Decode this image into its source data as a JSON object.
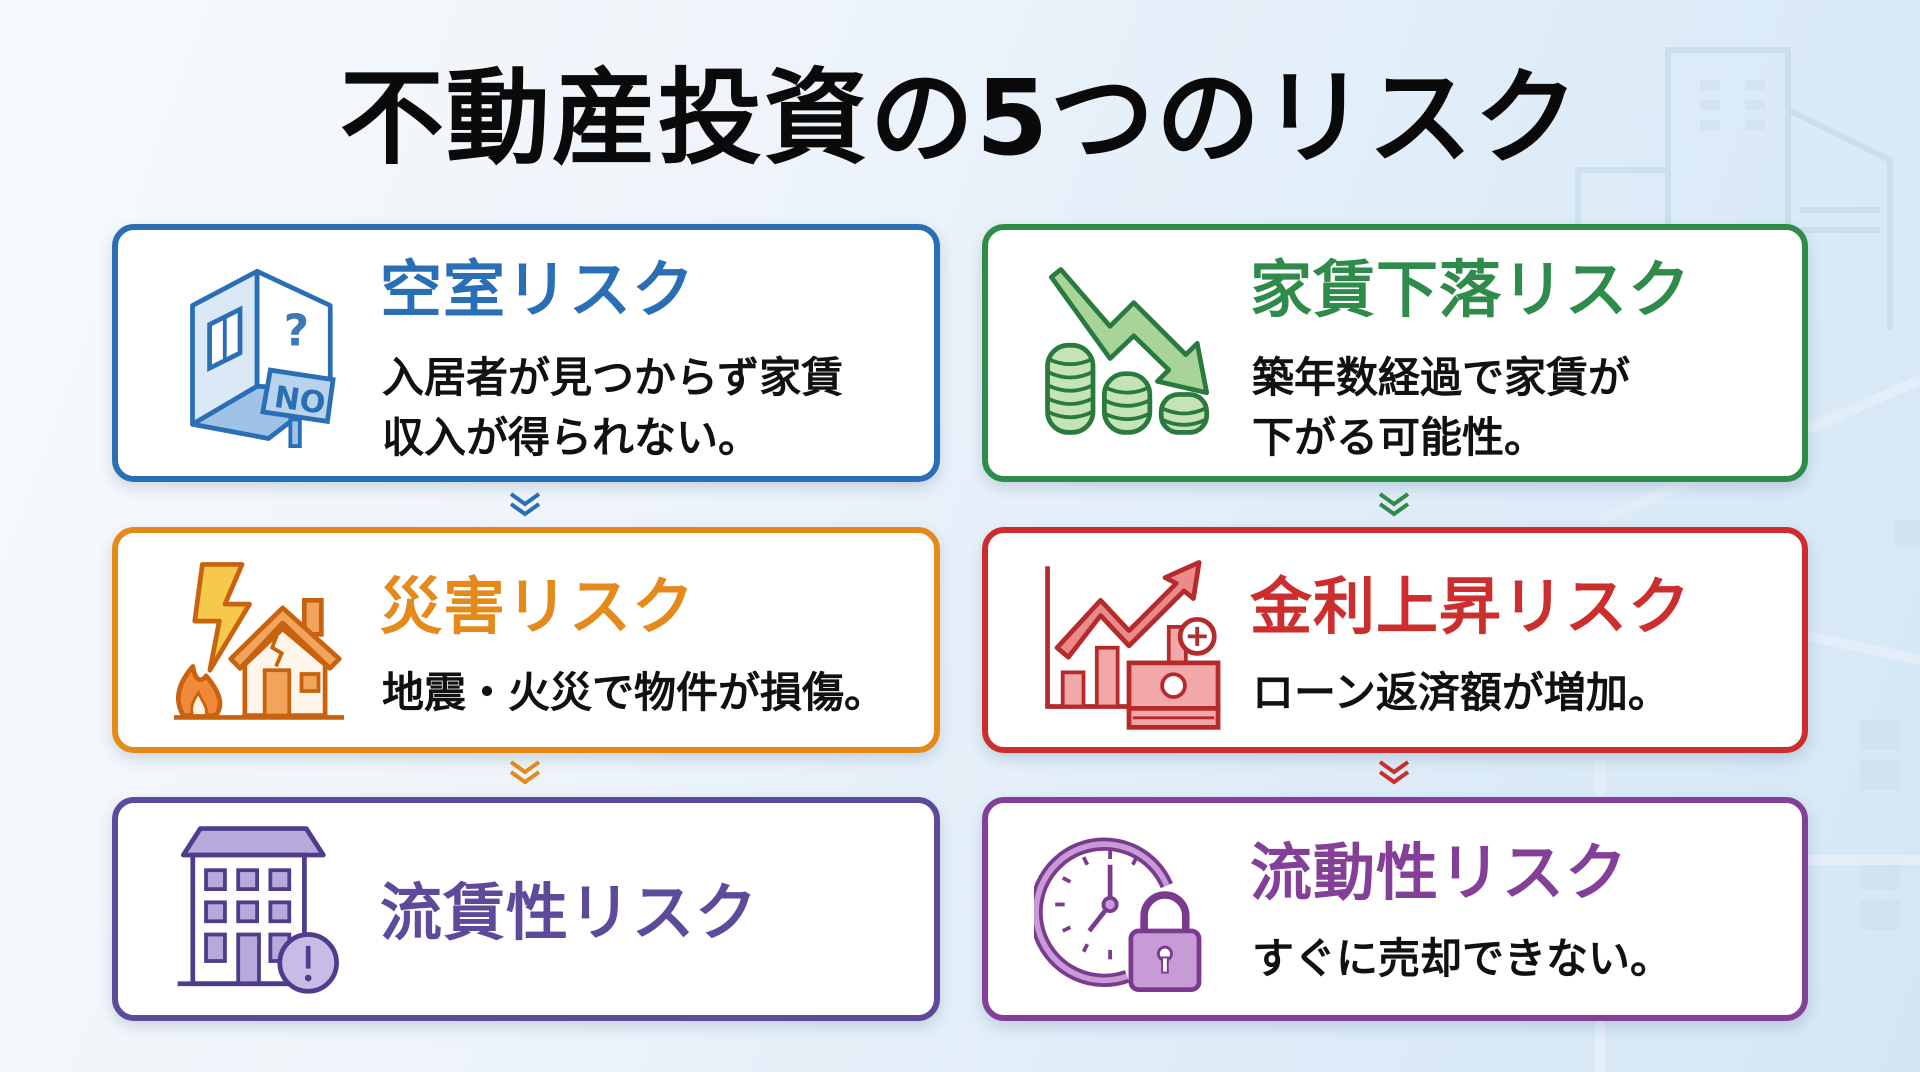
{
  "title": "不動産投資の5つのリスク",
  "colors": {
    "vacancy": "#2a6fb5",
    "rent_drop": "#2e8b4a",
    "disaster": "#e58a1a",
    "interest": "#cc2e2e",
    "liquidity_left": "#5d4a9a",
    "liquidity_right": "#843f98"
  },
  "cards": [
    {
      "id": "vacancy",
      "icon": "vacant-room-no-sign-icon",
      "title": "空室リスク",
      "description": "入居者が見つからず家賃\n収入が得られない。",
      "sign_text": "NO",
      "sign_symbol": "?"
    },
    {
      "id": "rent_drop",
      "icon": "falling-coins-icon",
      "title": "家賃下落リスク",
      "description": "築年数経過で家賃が\n下がる可能性。"
    },
    {
      "id": "disaster",
      "icon": "disaster-house-icon",
      "title": "災害リスク",
      "description": "地震・火災で物件が損傷。"
    },
    {
      "id": "interest",
      "icon": "rising-interest-chart-icon",
      "title": "金利上昇リスク",
      "description": "ローン返済額が増加。"
    },
    {
      "id": "liquidity_left",
      "icon": "building-warning-icon",
      "title": "流賃性リスク",
      "description": ""
    },
    {
      "id": "liquidity_right",
      "icon": "clock-lock-icon",
      "title": "流動性リスク",
      "description": "すぐに売却できない。"
    }
  ],
  "connectors": [
    {
      "from": "vacancy",
      "to": "disaster",
      "color": "#2a6fb5"
    },
    {
      "from": "rent_drop",
      "to": "interest",
      "color": "#2e8b4a"
    },
    {
      "from": "disaster",
      "to": "liquidity_left",
      "color": "#e58a1a"
    },
    {
      "from": "interest",
      "to": "liquidity_right",
      "color": "#cc2e2e"
    }
  ]
}
